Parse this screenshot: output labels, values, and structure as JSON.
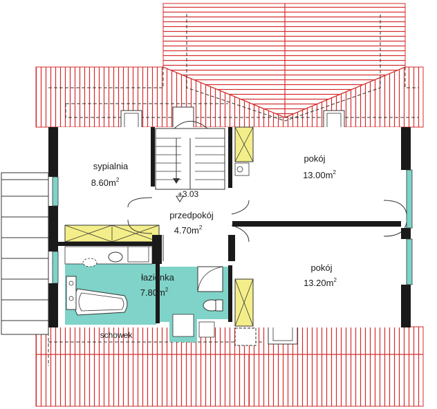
{
  "rooms": {
    "sypialnia": {
      "name": "sypialnia",
      "area": "8.60m",
      "sup": "2"
    },
    "pokoj_top": {
      "name": "pokój",
      "area": "13.00m",
      "sup": "2"
    },
    "przedpokoj": {
      "name": "przedpokój",
      "area": "4.70m",
      "sup": "2"
    },
    "lazienka": {
      "name": "łazienka",
      "area": "7.80m",
      "sup": "2"
    },
    "pokoj_bottom": {
      "name": "pokój",
      "area": "13.20m",
      "sup": "2"
    },
    "schowek": {
      "name": "schowek"
    }
  },
  "level_mark": "+3.03",
  "colors": {
    "roof": "#d42a2a",
    "bathroom": "#7fd3c8",
    "wall": "#1a1a1a",
    "cabinet": "#f4ee8a"
  }
}
